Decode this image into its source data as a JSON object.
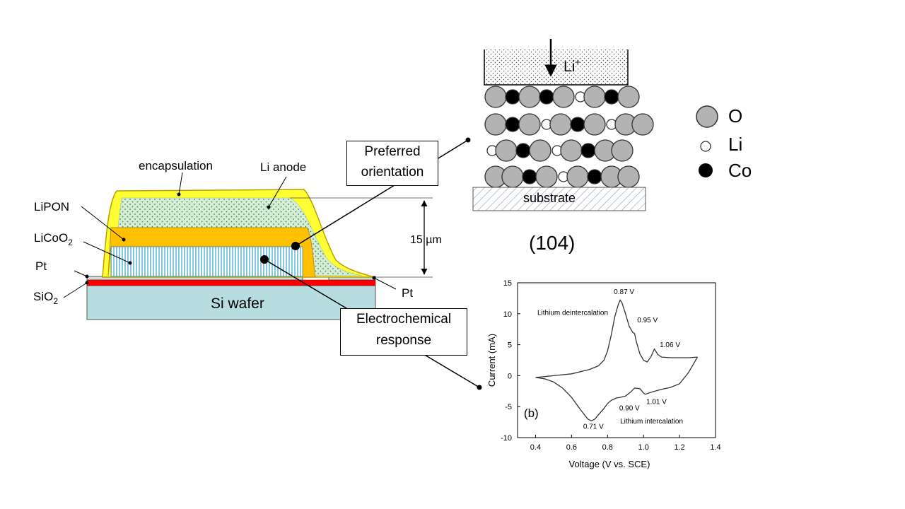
{
  "device": {
    "labels": {
      "encapsulation": "encapsulation",
      "li_anode": "Li anode",
      "lipon": "LiPON",
      "licoo2_base": "LiCoO",
      "licoo2_sub": "2",
      "pt_left": "Pt",
      "sio2_base": "SiO",
      "sio2_sub": "2",
      "si_wafer": "Si wafer",
      "pt_right": "Pt",
      "thickness": "15 µm"
    },
    "colors": {
      "encapsulation": "#ffff33",
      "li_anode": "#c8e6c9",
      "lipon": "#ffc000",
      "licoo2": "#bfe3ee",
      "pt": "#d9d9d9",
      "sio2": "#ff0000",
      "si_wafer": "#b7dde0"
    }
  },
  "callouts": {
    "preferred_line1": "Preferred",
    "preferred_line2": "orientation",
    "electro_line1": "Electrochemical",
    "electro_line2": "response"
  },
  "crystal": {
    "ion_base": "Li",
    "ion_sup": "+",
    "substrate": "substrate",
    "plane": "(104)",
    "legend": [
      {
        "label": "O",
        "color": "#b3b3b3"
      },
      {
        "label": "Li",
        "color": "#ffffff"
      },
      {
        "label": "Co",
        "color": "#000000"
      }
    ]
  },
  "chart_data": {
    "type": "line",
    "panel_label": "(b)",
    "xlabel": "Voltage (V vs. SCE)",
    "ylabel": "Current (mA)",
    "xlim": [
      0.3,
      1.4
    ],
    "ylim": [
      -10,
      15
    ],
    "xticks": [
      "0.4",
      "0.6",
      "0.8",
      "1.0",
      "1.2",
      "1.4"
    ],
    "yticks": [
      "-10",
      "-5",
      "0",
      "5",
      "10",
      "15"
    ],
    "series": [
      {
        "name": "Lithium deintercalation",
        "x": [
          0.4,
          0.5,
          0.6,
          0.7,
          0.75,
          0.78,
          0.8,
          0.82,
          0.84,
          0.86,
          0.87,
          0.88,
          0.9,
          0.92,
          0.94,
          0.95,
          0.96,
          0.98,
          1.0,
          1.02,
          1.04,
          1.06,
          1.08,
          1.1,
          1.15,
          1.2,
          1.25,
          1.3
        ],
        "y": [
          -0.3,
          0.0,
          0.3,
          1.0,
          1.6,
          2.5,
          4.0,
          6.5,
          9.5,
          11.5,
          12.2,
          11.8,
          10.0,
          8.0,
          7.0,
          6.8,
          5.5,
          3.5,
          2.5,
          2.2,
          3.0,
          4.3,
          3.4,
          3.0,
          2.9,
          2.9,
          2.9,
          3.0
        ]
      },
      {
        "name": "Lithium intercalation",
        "x": [
          1.3,
          1.25,
          1.2,
          1.15,
          1.1,
          1.05,
          1.01,
          1.0,
          0.98,
          0.95,
          0.93,
          0.9,
          0.87,
          0.85,
          0.82,
          0.8,
          0.78,
          0.75,
          0.73,
          0.71,
          0.69,
          0.65,
          0.6,
          0.55,
          0.5,
          0.45,
          0.4
        ],
        "y": [
          3.0,
          0.5,
          -1.3,
          -1.9,
          -2.2,
          -2.6,
          -3.0,
          -2.8,
          -2.1,
          -2.0,
          -2.6,
          -3.3,
          -3.5,
          -3.6,
          -4.0,
          -4.5,
          -5.3,
          -6.3,
          -7.0,
          -7.3,
          -7.0,
          -5.5,
          -3.5,
          -2.0,
          -1.0,
          -0.5,
          -0.3
        ]
      }
    ],
    "annotations": [
      {
        "text": "Lithium deintercalation",
        "x": 0.41,
        "y": 9.8
      },
      {
        "text": "0.87 V",
        "x": 0.835,
        "y": 13.2
      },
      {
        "text": "0.95 V",
        "x": 0.965,
        "y": 8.6
      },
      {
        "text": "1.06 V",
        "x": 1.09,
        "y": 4.6
      },
      {
        "text": "0.90 V",
        "x": 0.865,
        "y": -5.6
      },
      {
        "text": "1.01 V",
        "x": 1.015,
        "y": -4.6
      },
      {
        "text": "0.71 V",
        "x": 0.665,
        "y": -8.6
      },
      {
        "text": "Lithium intercalation",
        "x": 0.87,
        "y": -7.7
      }
    ]
  }
}
